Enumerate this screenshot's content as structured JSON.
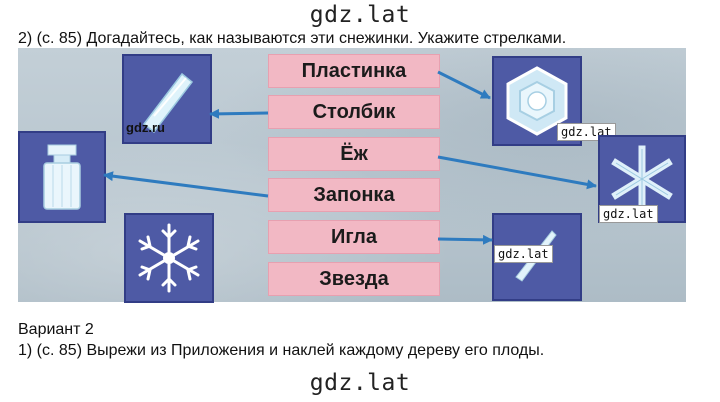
{
  "watermark_top": "gdz.lat",
  "watermark_bottom": "gdz.lat",
  "task": "2)   (с. 85) Догадайтесь, как называются эти снежинки. Укажите стрелками.",
  "labels": [
    "Пластинка",
    "Столбик",
    "Ёж",
    "Запонка",
    "Игла",
    "Звезда"
  ],
  "icon_tags": {
    "gdz_ru": "gdz.ru",
    "tag_plate": "gdz.lat",
    "tag_hedgehog": "gdz.lat",
    "tag_needle": "gdz.lat"
  },
  "icons": [
    "column-crystal-icon",
    "plate-crystal-icon",
    "cufflink-crystal-icon",
    "hedgehog-crystal-icon",
    "star-snowflake-icon",
    "needle-crystal-icon"
  ],
  "colors": {
    "label_bg": "#f2b8c4",
    "icon_bg": "#4e5aa5",
    "arrow": "#2e7bbf"
  },
  "variant_title": "Вариант 2",
  "variant_task": "1)   (с. 85) Вырежи из Приложения и наклей каждому дереву его плоды."
}
